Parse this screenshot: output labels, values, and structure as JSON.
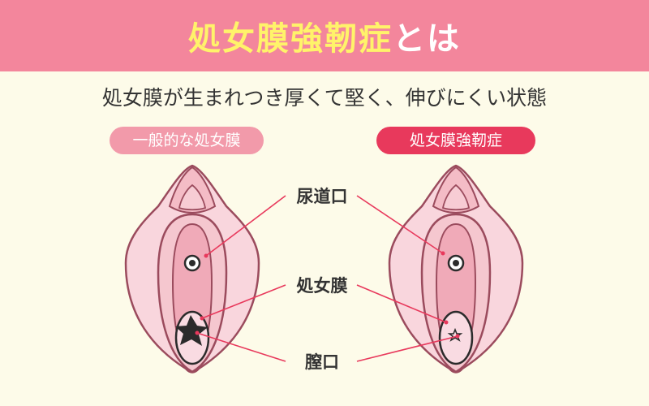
{
  "header": {
    "title_highlight": "処女膜強靭症",
    "title_rest": "とは"
  },
  "subtitle": "処女膜が生まれつき厚くて堅く、伸びにくい状態",
  "badges": {
    "normal": "一般的な処女膜",
    "rigid": "処女膜強靭症"
  },
  "labels": {
    "urethra": "尿道口",
    "hymen": "処女膜",
    "vagina": "膣口"
  },
  "colors": {
    "header_bg": "#f3869c",
    "title_highlight": "#fff36a",
    "badge_normal": "#f29aaa",
    "badge_rigid": "#e8395c",
    "leader_line": "#e8395c",
    "background": "#fdfbe9"
  }
}
